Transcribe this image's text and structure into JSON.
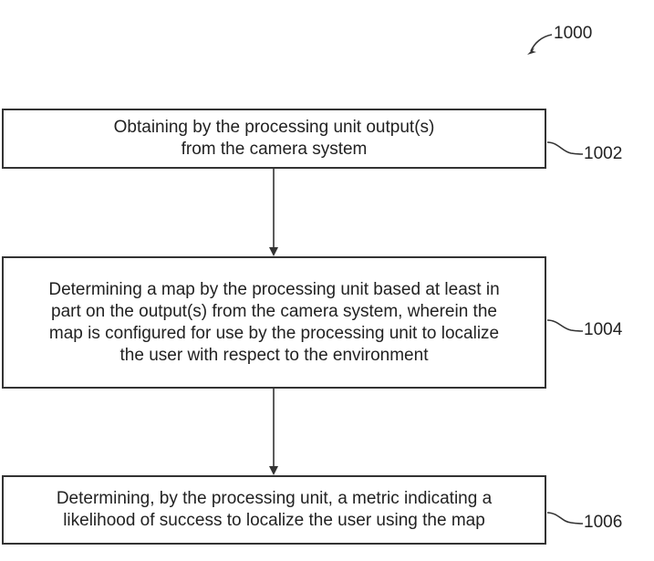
{
  "figure": {
    "ref_label": "1000"
  },
  "steps": [
    {
      "text": "Obtaining by the processing unit output(s)\nfrom the camera system",
      "ref": "1002"
    },
    {
      "text": "Determining a map by the processing unit based at least in\npart on the output(s) from the camera system, wherein the\nmap is configured for use by the processing unit to localize\nthe user with respect to the environment",
      "ref": "1004"
    },
    {
      "text": "Determining, by the processing unit, a metric indicating a\nlikelihood of success to localize the user using the map",
      "ref": "1006"
    }
  ],
  "colors": {
    "stroke": "#333333",
    "text": "#222222",
    "background": "#ffffff"
  }
}
